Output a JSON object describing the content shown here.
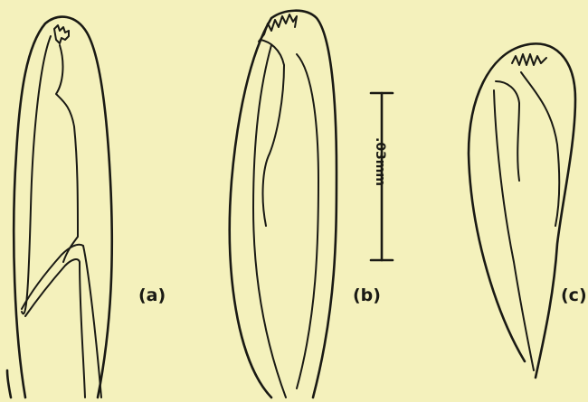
{
  "figure": {
    "panels": [
      {
        "label": "(a)"
      },
      {
        "label": "(b)"
      },
      {
        "label": "(c)"
      }
    ],
    "scale_bar": {
      "label": ".03mm"
    },
    "colors": {
      "background": "#f4f1bc",
      "ink": "#1a1a14"
    }
  }
}
